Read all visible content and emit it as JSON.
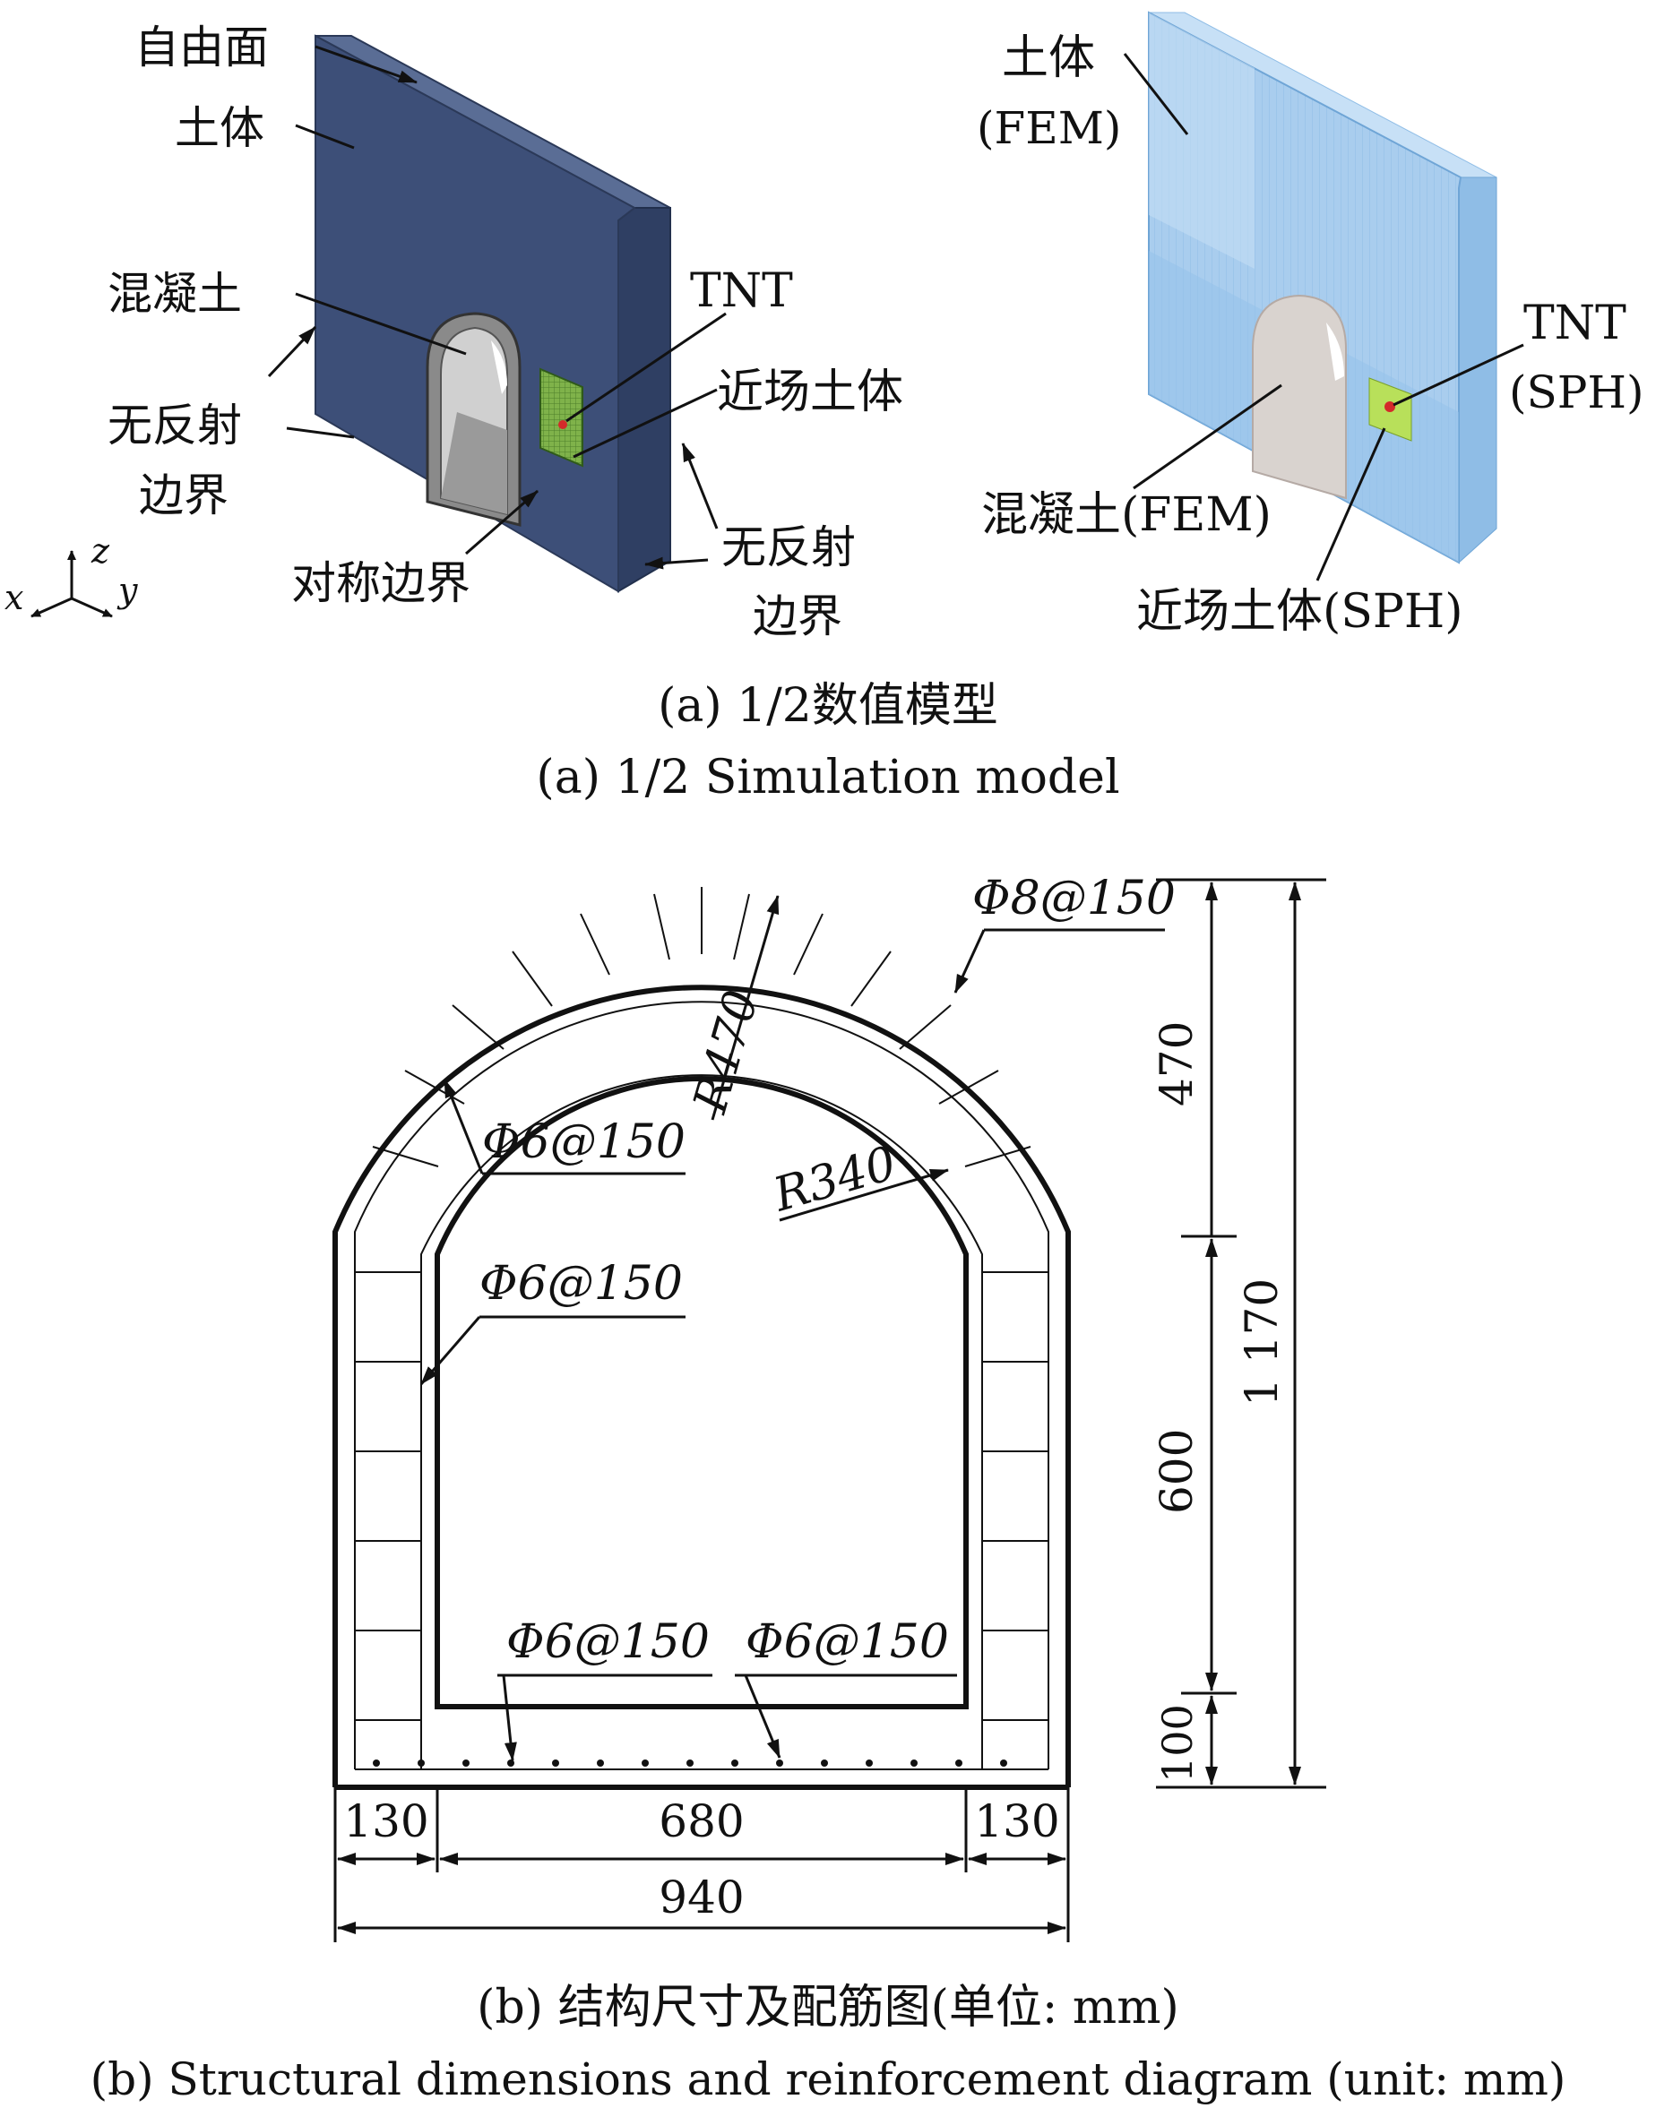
{
  "part_a": {
    "left_labels": {
      "free_surface": "自由面",
      "soil": "土体",
      "concrete": "混凝土",
      "tnt": "TNT",
      "near_field_soil": "近场土体",
      "nonreflect_left_1": "无反射",
      "nonreflect_left_2": "边界",
      "symmetry_boundary": "对称边界",
      "nonreflect_right_1": "无反射",
      "nonreflect_right_2": "边界"
    },
    "axes": {
      "x": "x",
      "y": "y",
      "z": "z"
    },
    "right_labels": {
      "soil_1": "土体",
      "soil_2": "(FEM)",
      "tnt_1": "TNT",
      "tnt_2": "(SPH)",
      "concrete": "混凝土(FEM)",
      "near_field": "近场土体(SPH)"
    },
    "caption_cn": "(a)  1/2数值模型",
    "caption_en": "(a)  1/2 Simulation model"
  },
  "part_b": {
    "rebar_top": "Φ8@150",
    "rebar_upper_left": "Φ6@150",
    "rebar_mid_left": "Φ6@150",
    "rebar_bottom_left": "Φ6@150",
    "rebar_bottom_right": "Φ6@150",
    "radius_outer": "R470",
    "radius_inner": "R340",
    "dim_470": "470",
    "dim_600": "600",
    "dim_100": "100",
    "dim_1170": "1 170",
    "dim_130_left": "130",
    "dim_680": "680",
    "dim_130_right": "130",
    "dim_940": "940",
    "caption_cn": "(b)  结构尺寸及配筋图(单位: mm)",
    "caption_en": "(b)  Structural dimensions and reinforcement diagram (unit: mm)"
  },
  "colors": {
    "soil_dark": "#3d4f78",
    "soil_light": "#a9cdee",
    "concrete": "#c8c8c8",
    "near_field": "#7fb24a",
    "tnt": "#d42a2a"
  }
}
